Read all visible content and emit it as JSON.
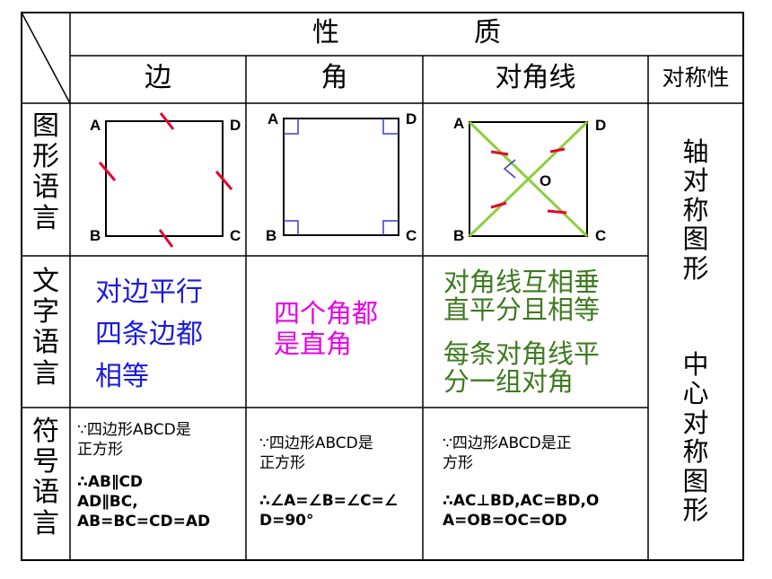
{
  "header": {
    "properties": "性　　　　　质",
    "col_side": "边",
    "col_angle": "角",
    "col_diagonal": "对角线",
    "col_symmetry": "对称性"
  },
  "rows": {
    "figure": "图形语言",
    "text": "文字语言",
    "symbol": "符号语言"
  },
  "figures": {
    "side": {
      "A": "A",
      "B": "B",
      "C": "C",
      "D": "D"
    },
    "angle": {
      "A": "A",
      "B": "B",
      "C": "C",
      "D": "D"
    },
    "diagonal": {
      "A": "A",
      "B": "B",
      "C": "C",
      "D": "D",
      "O": "O"
    }
  },
  "text_language": {
    "side": [
      "对边平行",
      "四条边都",
      "相等"
    ],
    "angle": [
      "四个角都",
      "是直角"
    ],
    "diagonal": [
      "对角线互相垂",
      "直平分且相等",
      "每条对角线平",
      "分一组对角"
    ]
  },
  "symbol_language": {
    "side": {
      "given": [
        "∵四边形ABCD是",
        "正方形"
      ],
      "result": [
        "∴AB∥CD",
        "AD∥BC,",
        "AB=BC=CD=AD"
      ]
    },
    "angle": {
      "given": [
        "∵四边形ABCD是",
        "正方形"
      ],
      "result": [
        "∴∠A=∠B=∠C=∠",
        "D=90°"
      ]
    },
    "diagonal": {
      "given": [
        "∵四边形ABCD是正",
        "方形"
      ],
      "result": [
        "∴AC⊥BD,AC=BD,O",
        "A=OB=OC=OD"
      ]
    }
  },
  "symmetry": {
    "axial": "轴对称图形",
    "central": "中心对称图形"
  },
  "colors": {
    "blue_text": "#1a1adb",
    "magenta_text": "#e600e6",
    "green_text": "#3d7a1e",
    "tick_red": "#e6002e",
    "diag_green": "#8ccf3c",
    "angle_blue": "#3a3ad6"
  }
}
